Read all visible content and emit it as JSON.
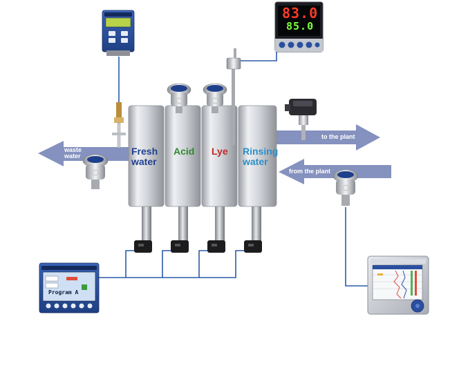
{
  "tanks": [
    {
      "id": "fresh-water",
      "lines": [
        "Fresh",
        "water"
      ],
      "color": "#1f3f8f"
    },
    {
      "id": "acid",
      "lines": [
        "Acid"
      ],
      "color": "#2e8b2e"
    },
    {
      "id": "lye",
      "lines": [
        "Lye"
      ],
      "color": "#c0282a"
    },
    {
      "id": "rinsing-water",
      "lines": [
        "Rinsing",
        "water"
      ],
      "color": "#2d8fc8"
    }
  ],
  "flows": {
    "waste": [
      "waste",
      "water"
    ],
    "to_plant": "to the plant",
    "from_plant": "from the plant"
  },
  "controller_display": {
    "top": "83.0",
    "bottom": "85.0"
  },
  "hmi_screen": {
    "line1": "Program A"
  },
  "colors": {
    "arrow": "#8591be",
    "tank_body": "#d4d6da",
    "device_blue": "#2a4f9e",
    "cable": "#2a5aa8",
    "display_red": "#ff3b2a",
    "display_green": "#7cff3a"
  }
}
